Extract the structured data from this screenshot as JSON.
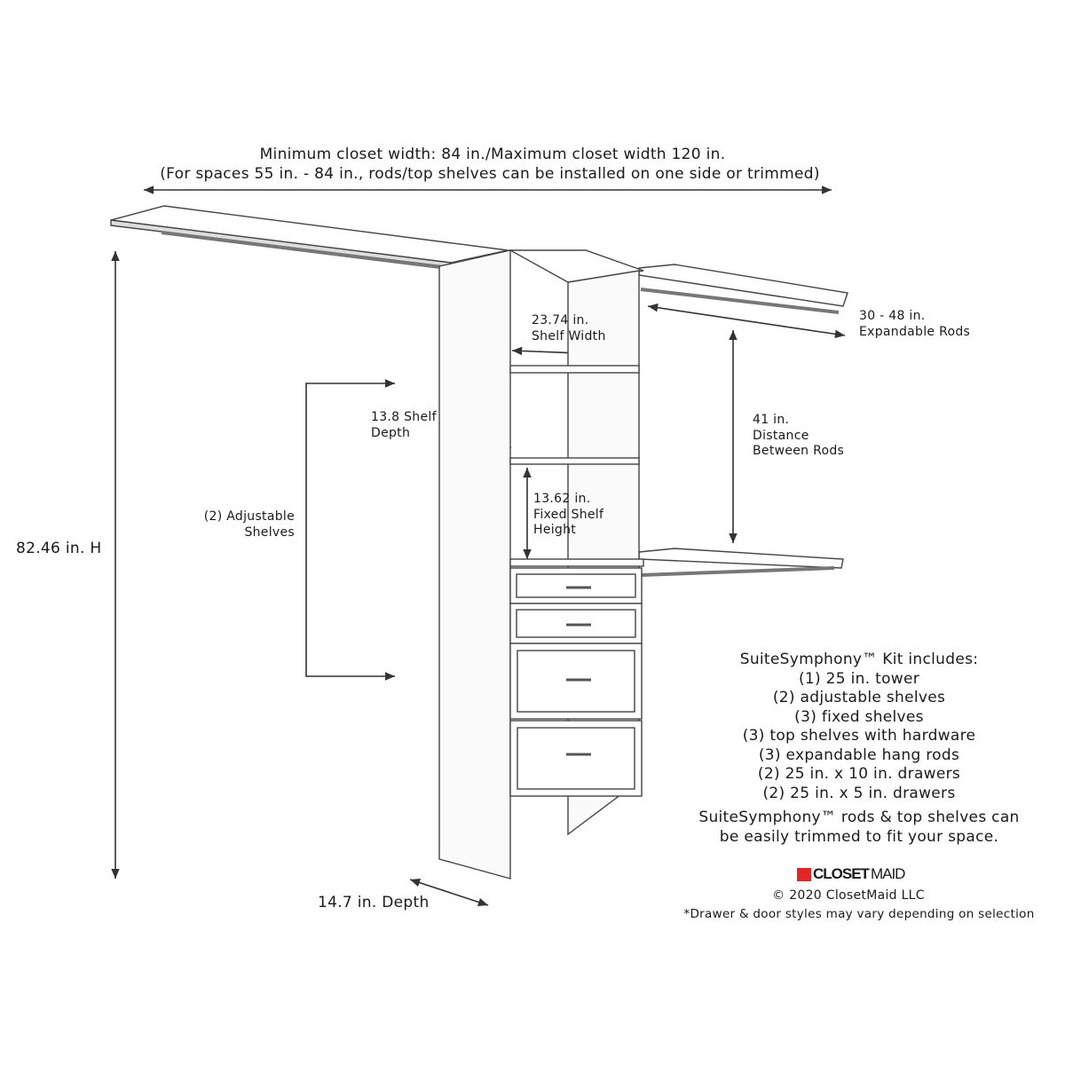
{
  "header": {
    "line1": "Minimum closet width: 84 in./Maximum closet width 120 in.",
    "line2": "(For spaces 55 in. - 84 in., rods/top shelves can be installed on one side or trimmed)"
  },
  "dimensions": {
    "height": "82.46 in. H",
    "adjustable": [
      "(2) Adjustable",
      "Shelves"
    ],
    "shelf_depth": [
      "13.8 Shelf",
      "Depth"
    ],
    "shelf_width": [
      "23.74 in.",
      "Shelf Width"
    ],
    "fixed_height": [
      "13.62 in.",
      "Fixed Shelf",
      "Height"
    ],
    "rod_distance": [
      "41 in.",
      "Distance",
      "Between Rods"
    ],
    "rods": [
      "30 - 48 in.",
      "Expandable Rods"
    ],
    "depth": "14.7 in. Depth"
  },
  "kit": {
    "title": "SuiteSymphony™ Kit includes:",
    "items": [
      "(1) 25 in. tower",
      "(2) adjustable shelves",
      "(3) fixed shelves",
      "(3) top shelves with hardware",
      "(3) expandable hang rods",
      "(2) 25 in. x 10 in. drawers",
      "(2) 25 in. x 5 in. drawers"
    ],
    "note": [
      "SuiteSymphony™ rods & top shelves can",
      "be easily trimmed to fit your space."
    ]
  },
  "brand": {
    "logo_bold": "CLOSET",
    "logo_light": "MAID",
    "logo_color": "#e32726",
    "copyright": "© 2020 ClosetMaid LLC",
    "disclaimer": "*Drawer & door styles may vary depending on selection"
  }
}
